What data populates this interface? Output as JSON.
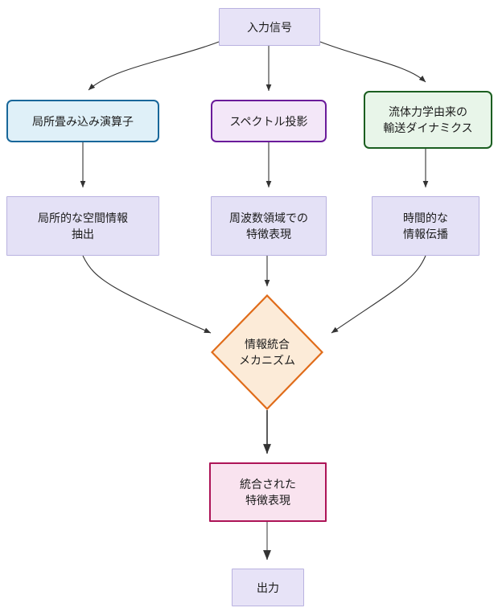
{
  "diagram": {
    "type": "flowchart",
    "direction": "top-to-bottom",
    "background": "#ffffff",
    "edge_color": "#333333",
    "nodes": {
      "input": {
        "id": "input",
        "label": "入力信号",
        "shape": "rect",
        "fill": "#e7e3f7",
        "stroke": "#b9b2e0"
      },
      "conv": {
        "id": "conv",
        "label": "局所畳み込み演算子",
        "shape": "rounded-rect",
        "fill": "#dff0f8",
        "stroke": "#18679a"
      },
      "spectral": {
        "id": "spectral",
        "label": "スペクトル投影",
        "shape": "rounded-rect",
        "fill": "#f3e7f8",
        "stroke": "#6a1b9a"
      },
      "fluid": {
        "id": "fluid",
        "label": "流体力学由来の\n輸送ダイナミクス",
        "shape": "rounded-rect",
        "fill": "#e8f5e9",
        "stroke": "#1b5e20"
      },
      "spatial": {
        "id": "spatial",
        "label": "局所的な空間情報\n抽出",
        "shape": "rect",
        "fill": "#e4e1f6",
        "stroke": "#b9b2e0"
      },
      "freq": {
        "id": "freq",
        "label": "周波数領域での\n特徴表現",
        "shape": "rect",
        "fill": "#e4e1f6",
        "stroke": "#b9b2e0"
      },
      "temporal": {
        "id": "temporal",
        "label": "時間的な\n情報伝播",
        "shape": "rect",
        "fill": "#e4e1f6",
        "stroke": "#b9b2e0"
      },
      "fusion": {
        "id": "fusion",
        "label": "情報統合\nメカニズム",
        "shape": "diamond",
        "fill": "#fcebd8",
        "stroke": "#e06c1a"
      },
      "unified": {
        "id": "unified",
        "label": "統合された\n特徴表現",
        "shape": "rect",
        "fill": "#f9e3ef",
        "stroke": "#ad1457"
      },
      "output": {
        "id": "output",
        "label": "出力",
        "shape": "rect",
        "fill": "#e7e3f7",
        "stroke": "#b9b2e0"
      }
    },
    "edges": [
      {
        "from": "input",
        "to": "conv",
        "style": "curved",
        "label": ""
      },
      {
        "from": "input",
        "to": "spectral",
        "style": "straight",
        "label": ""
      },
      {
        "from": "input",
        "to": "fluid",
        "style": "curved",
        "label": ""
      },
      {
        "from": "conv",
        "to": "spatial",
        "style": "straight",
        "label": ""
      },
      {
        "from": "spectral",
        "to": "freq",
        "style": "straight",
        "label": ""
      },
      {
        "from": "fluid",
        "to": "temporal",
        "style": "straight",
        "label": ""
      },
      {
        "from": "spatial",
        "to": "fusion",
        "style": "curved",
        "label": ""
      },
      {
        "from": "freq",
        "to": "fusion",
        "style": "straight",
        "label": ""
      },
      {
        "from": "temporal",
        "to": "fusion",
        "style": "curved",
        "label": ""
      },
      {
        "from": "fusion",
        "to": "unified",
        "style": "straight",
        "label": ""
      },
      {
        "from": "unified",
        "to": "output",
        "style": "straight",
        "label": ""
      }
    ]
  }
}
